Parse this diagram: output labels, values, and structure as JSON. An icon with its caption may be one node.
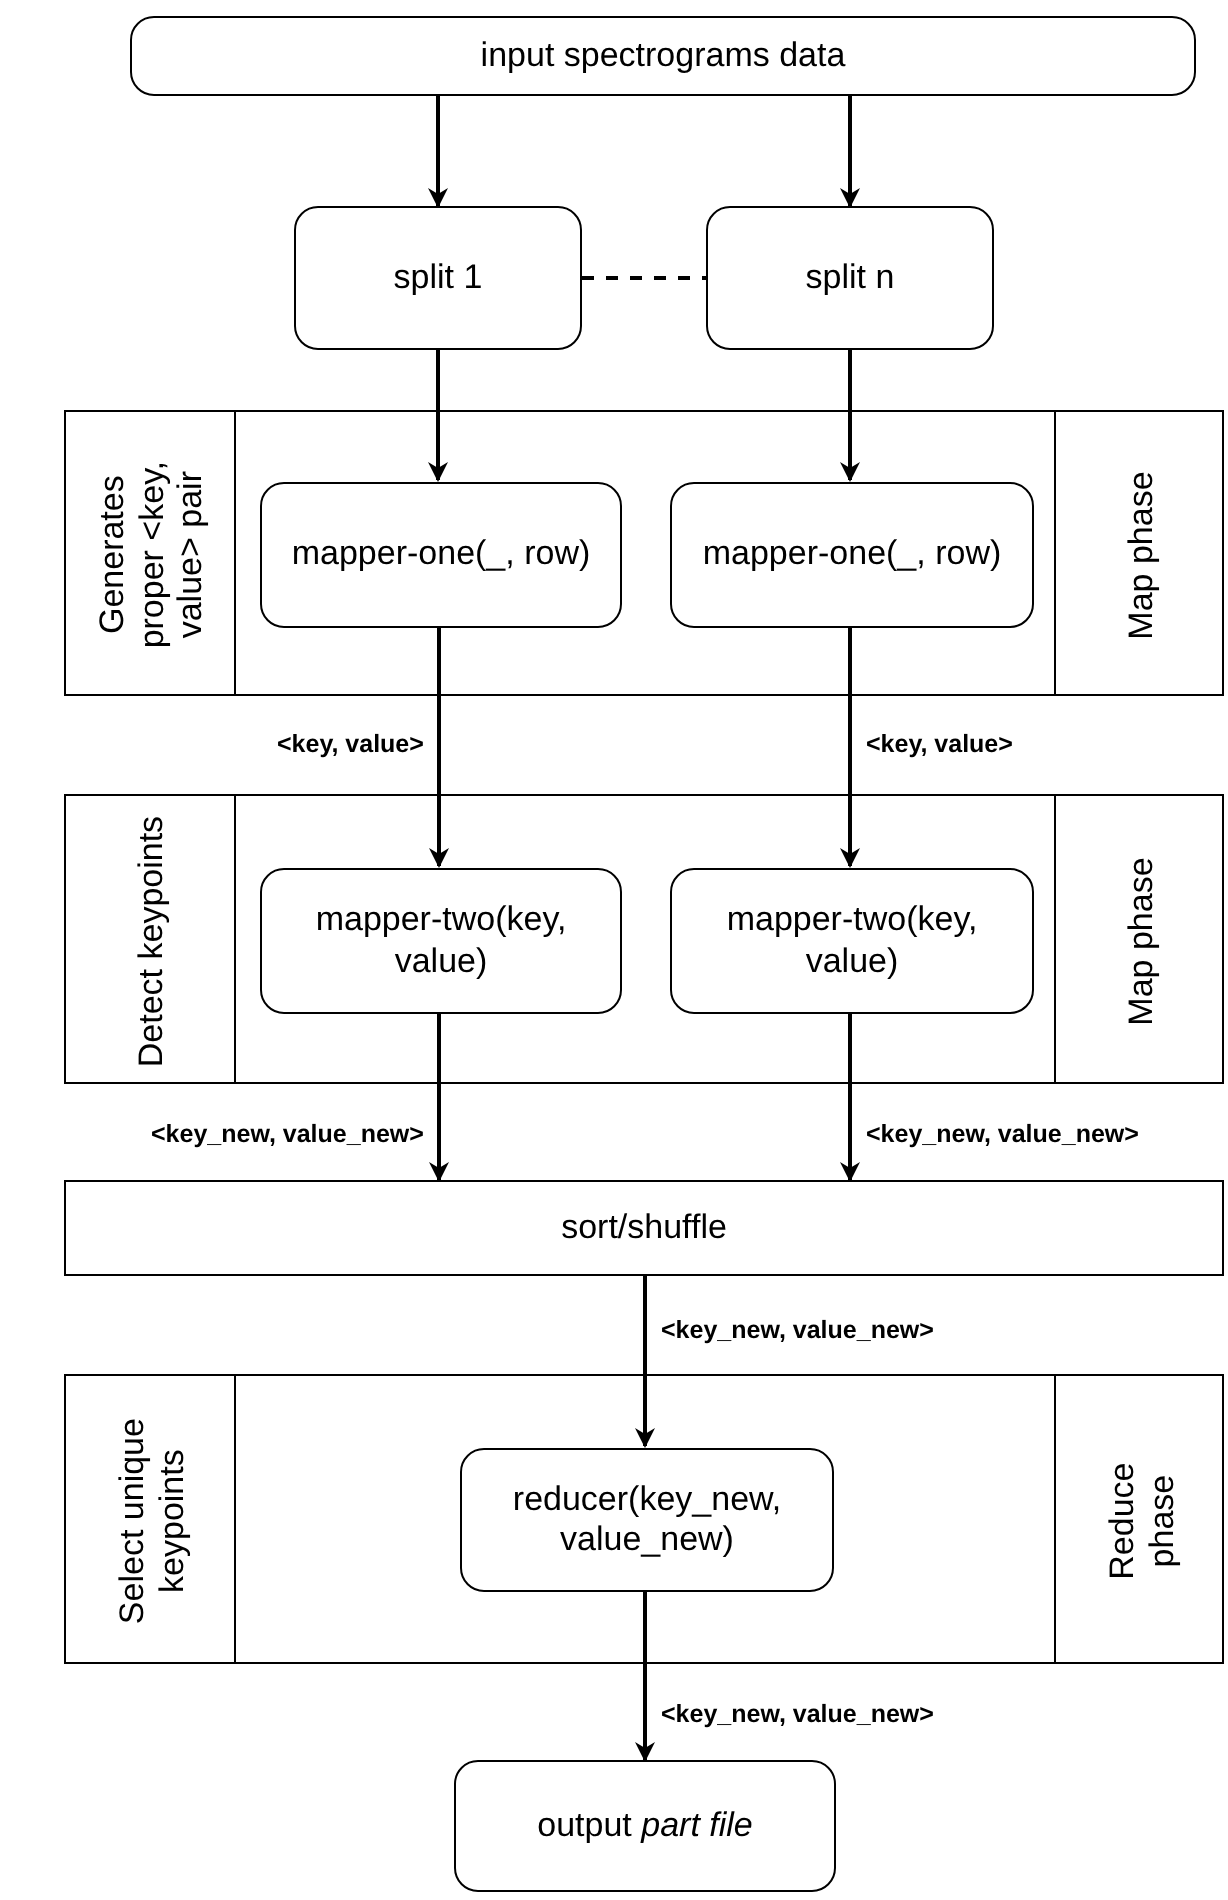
{
  "diagram": {
    "nodes": [
      {
        "text": [
          "input spectrograms data"
        ]
      },
      {
        "text": [
          "split 1"
        ]
      },
      {
        "text": [
          "split n"
        ]
      },
      {
        "text": [
          "Generates proper <key, value> pair",
          "Map phase"
        ]
      },
      {
        "text": [
          "mapper-one(_, row)"
        ],
        "in": 3
      },
      {
        "text": [
          "mapper-one(_, row)"
        ],
        "in": 3
      },
      {
        "text": [
          "Detect keypoints",
          "Map phase"
        ]
      },
      {
        "text": [
          "mapper-two(key, value)"
        ],
        "in": 6
      },
      {
        "text": [
          "mapper-two(key, value)"
        ],
        "in": 6
      },
      {
        "text": [
          "sort/shuffle"
        ]
      },
      {
        "text": [
          "Select unique keypoints",
          "Reduce phase"
        ]
      },
      {
        "text": [
          "reducer(key_new, value_new)"
        ],
        "in": 10
      },
      {
        "text": [
          "output *part file*"
        ]
      }
    ],
    "edges": [
      {
        "from": 0,
        "to": 1,
        "arrow": "to"
      },
      {
        "from": 0,
        "to": 2,
        "arrow": "to"
      },
      {
        "from": 1,
        "to": 2,
        "arrow": "none",
        "style": "dashed"
      },
      {
        "from": 1,
        "to": 4,
        "arrow": "to"
      },
      {
        "from": 2,
        "to": 5,
        "arrow": "to"
      },
      {
        "from": 4,
        "to": 7,
        "arrow": "to",
        "label": "<key, value>"
      },
      {
        "from": 5,
        "to": 8,
        "arrow": "to",
        "label": "<key, value>"
      },
      {
        "from": 7,
        "to": 9,
        "arrow": "to",
        "label": "<key_new, value_new>"
      },
      {
        "from": 8,
        "to": 9,
        "arrow": "to",
        "label": "<key_new, value_new>"
      },
      {
        "from": 9,
        "to": 11,
        "arrow": "to",
        "label": "<key_new, value_new>"
      },
      {
        "from": 11,
        "to": 12,
        "arrow": "to",
        "label": "<key_new, value_new>"
      }
    ]
  }
}
